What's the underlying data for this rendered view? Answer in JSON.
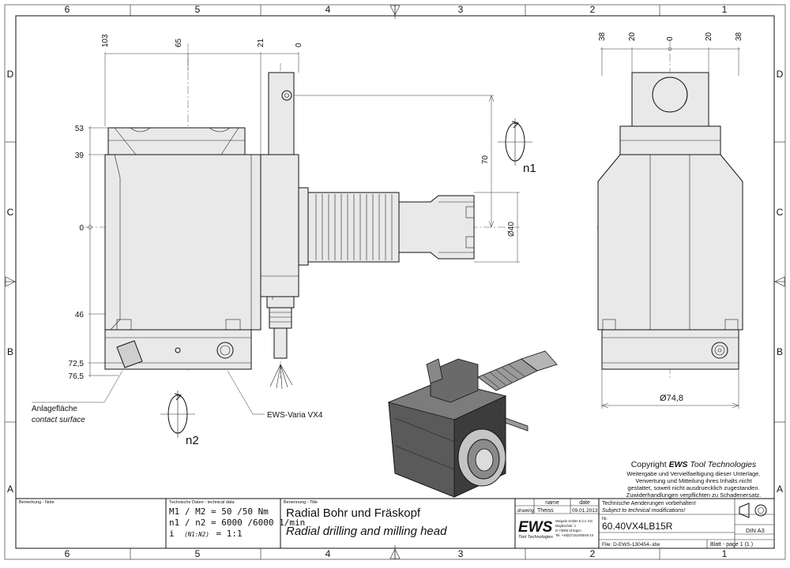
{
  "border": {
    "columns": [
      "6",
      "5",
      "4",
      "3",
      "2",
      "1"
    ],
    "rows": [
      "D",
      "C",
      "B",
      "A"
    ]
  },
  "dimensions": {
    "top_left": [
      "103",
      "65",
      "21",
      "0"
    ],
    "top_right": [
      "38",
      "20",
      "0",
      "20",
      "38"
    ],
    "left": [
      "53",
      "39",
      "0",
      "46",
      "72,5",
      "76,5"
    ],
    "right_vertical": [
      "70",
      "Ø40"
    ],
    "bottom_diameter": "Ø74,8"
  },
  "labels": {
    "n1": "n1",
    "n2": "n2",
    "contact_de": "Anlagefläche",
    "contact_en": "contact surface",
    "product_ref": "EWS-Varia VX4"
  },
  "copyright": {
    "title_prefix": "Copyright ",
    "title_brand": "EWS",
    "title_suffix": " Tool Technologies",
    "lines": [
      "Weitergabe und Vervielfaeltigung dieser Unterlage,",
      "Verwertung und Mitteilung ihres Inhalts nicht",
      "gestattet, soweit nicht ausdruecklich zugestanden.",
      "Zuwiderhandlungen verpflichten zu Schadenersatz."
    ]
  },
  "title_block": {
    "remark_label": "Bemerkung - Note",
    "tech_label": "Technische Daten - technical data",
    "tech_line1": "M1 / M2 = 50 /50  Nm",
    "tech_line2": "n1 / n2 = 6000 /6000  1/min",
    "tech_line3_prefix": "i",
    "tech_line3_mid": "(N1:N2)",
    "tech_line3_value": "= 1:1",
    "title_label": "Benennung - Title",
    "title_de": "Radial Bohr und Fräskopf",
    "title_en": "Radial drilling and milling head",
    "col_name": "name",
    "col_date": "date",
    "row_label": "drawing",
    "drawer": "Theiss",
    "date": "09.01.2013",
    "logo": "EWS",
    "logo_sub": "Tool Technologies",
    "address": [
      "Weigele GmbH & Co. KG",
      "Maybachstr. 1",
      "D-73066 Uhingen",
      "Tel. +49(0)7161/93040-10"
    ],
    "notice_de": "Technische Aenderungen vorbehalten!",
    "notice_en": "Subject to technical modifications!",
    "nr_label": "Nr.",
    "part_no": "60.40VX4LB15R",
    "format": "DIN A3",
    "file": "File: D-EWS-130454-.idw",
    "sheet": "Blatt - page 1 (1 )"
  }
}
